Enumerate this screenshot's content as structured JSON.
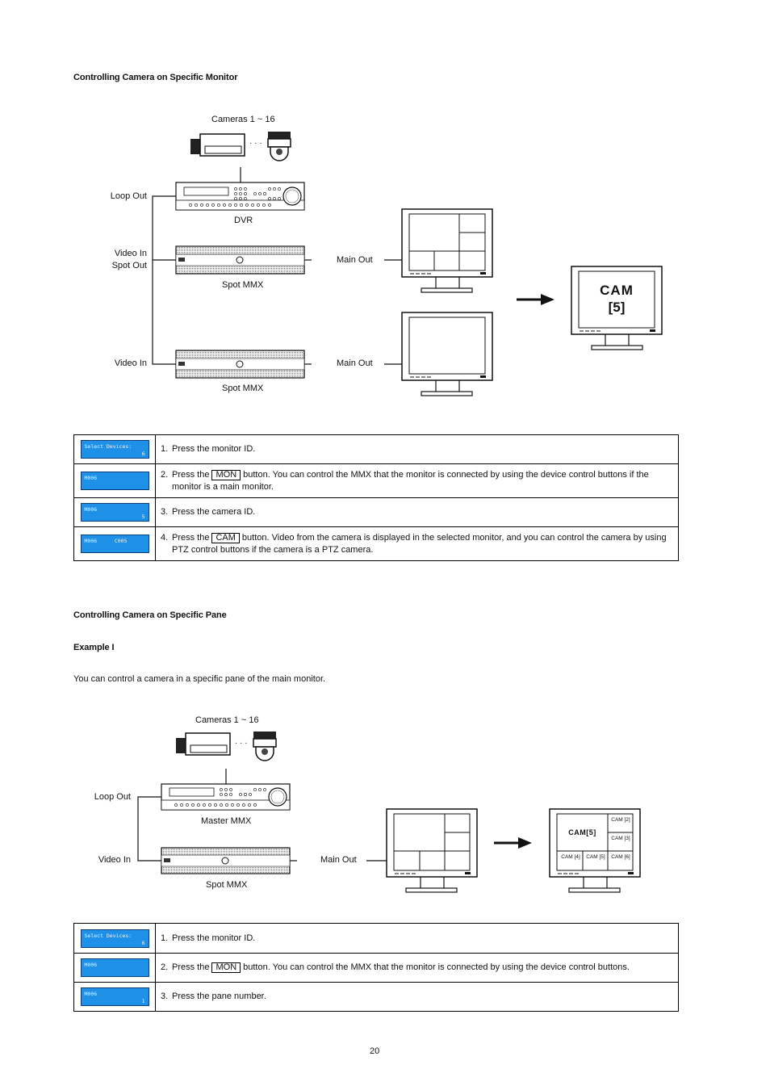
{
  "section1": {
    "heading": "Controlling Camera on Specific Monitor",
    "diagram": {
      "cameras": "Cameras 1 ~ 16",
      "ellipsis": "· · ·",
      "loop_out": "Loop Out",
      "dvr": "DVR",
      "video_in_1": "Video In",
      "spot_out": "Spot Out",
      "spot_mmx_1": "Spot MMX",
      "main_out_1": "Main Out",
      "video_in_2": "Video In",
      "spot_mmx_2": "Spot MMX",
      "main_out_2": "Main Out",
      "cam_line1": "CAM",
      "cam_line2": "[5]"
    },
    "steps": [
      {
        "lcd1": "Select Devices:",
        "lcd1b": "",
        "lcd2": "6",
        "num": "1.",
        "pre": "Press the monitor ID.",
        "button": "",
        "post": ""
      },
      {
        "lcd1": "M006",
        "lcd1b": "",
        "lcd2": "",
        "num": "2.",
        "pre": "Press the",
        "button": "MON",
        "post": "button. You can control the MMX that the monitor is connected by using the device control buttons if the monitor is a main monitor."
      },
      {
        "lcd1": "M006",
        "lcd1b": "",
        "lcd2": "5",
        "num": "3.",
        "pre": "Press the camera ID.",
        "button": "",
        "post": ""
      },
      {
        "lcd1": "M006",
        "lcd1b": "C005",
        "lcd2": "",
        "num": "4.",
        "pre": "Press the",
        "button": "CAM",
        "post": "button. Video from the camera is displayed in the selected monitor, and you can control the camera by using PTZ control buttons if the camera is a PTZ camera."
      }
    ]
  },
  "section2": {
    "heading": "Controlling Camera on Specific Pane",
    "subheading": "Example I",
    "intro": "You can control a camera in a specific pane of the main monitor.",
    "diagram": {
      "cameras": "Cameras 1 ~ 16",
      "ellipsis": "· · ·",
      "loop_out": "Loop Out",
      "master_mmx": "Master MMX",
      "video_in": "Video In",
      "main_out": "Main Out",
      "spot_mmx": "Spot MMX",
      "pane_big": "CAM[5]",
      "pane_2": "CAM [2]",
      "pane_3": "CAM [3]",
      "pane_4": "CAM [4]",
      "pane_5": "CAM [5]",
      "pane_6": "CAM [6]"
    },
    "steps": [
      {
        "lcd1": "Select Devices:",
        "lcd1b": "",
        "lcd2": "6",
        "num": "1.",
        "pre": "Press the monitor ID.",
        "button": "",
        "post": ""
      },
      {
        "lcd1": "M006",
        "lcd1b": "",
        "lcd2": "",
        "num": "2.",
        "pre": "Press the",
        "button": "MON",
        "post": "button. You can control the MMX that the monitor is connected by using the device control buttons."
      },
      {
        "lcd1": "M006",
        "lcd1b": "",
        "lcd2": "1",
        "num": "3.",
        "pre": "Press the pane number.",
        "button": "",
        "post": ""
      }
    ]
  },
  "page_number": "20"
}
